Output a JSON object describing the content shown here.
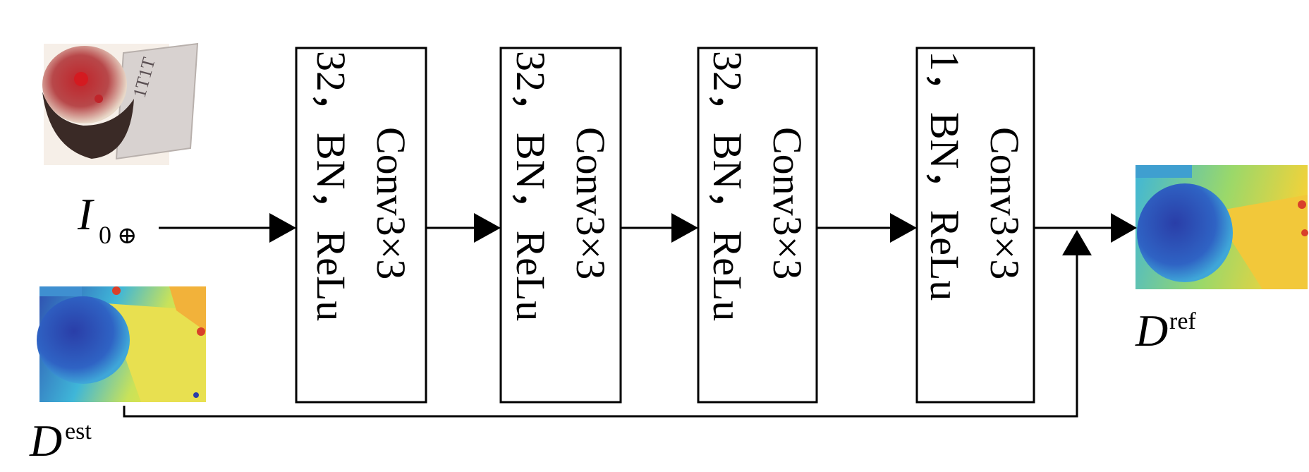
{
  "inputs": {
    "image": {
      "symbol": "I",
      "subscript": "0",
      "operator": "⊕"
    },
    "depth_est": {
      "symbol": "D",
      "superscript": "est"
    }
  },
  "output": {
    "symbol": "D",
    "superscript": "ref"
  },
  "blocks": [
    {
      "line1": "Conv3×3",
      "line2": "32，BN，ReLu"
    },
    {
      "line1": "Conv3×3",
      "line2": "32，BN，ReLu"
    },
    {
      "line1": "Conv3×3",
      "line2": "32，BN，ReLu"
    },
    {
      "line1": "Conv3×3",
      "line2": "1，BN，ReLu"
    }
  ],
  "colors": {
    "stroke": "#000000",
    "depth_near": "#2f4fb0",
    "depth_mid": "#3fb6d8",
    "depth_far": "#f2e23a",
    "depth_edge": "#d8402a",
    "photo_red": "#c0242a",
    "photo_dark": "#3a2a26"
  }
}
